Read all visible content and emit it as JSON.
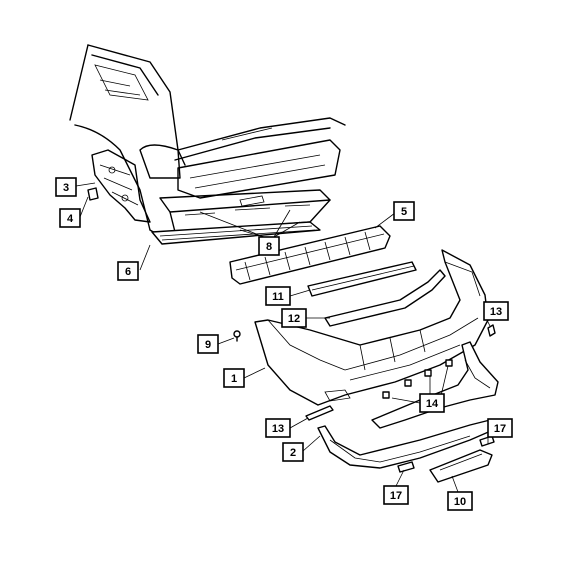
{
  "callouts": [
    {
      "id": "c1",
      "label": "1"
    },
    {
      "id": "c2",
      "label": "2"
    },
    {
      "id": "c3",
      "label": "3"
    },
    {
      "id": "c4",
      "label": "4"
    },
    {
      "id": "c5",
      "label": "5"
    },
    {
      "id": "c6",
      "label": "6"
    },
    {
      "id": "c8",
      "label": "8"
    },
    {
      "id": "c9",
      "label": "9"
    },
    {
      "id": "c10",
      "label": "10"
    },
    {
      "id": "c11",
      "label": "11"
    },
    {
      "id": "c12",
      "label": "12"
    },
    {
      "id": "c13a",
      "label": "13"
    },
    {
      "id": "c13b",
      "label": "13"
    },
    {
      "id": "c14",
      "label": "14"
    },
    {
      "id": "c17a",
      "label": "17"
    },
    {
      "id": "c17b",
      "label": "17"
    }
  ]
}
